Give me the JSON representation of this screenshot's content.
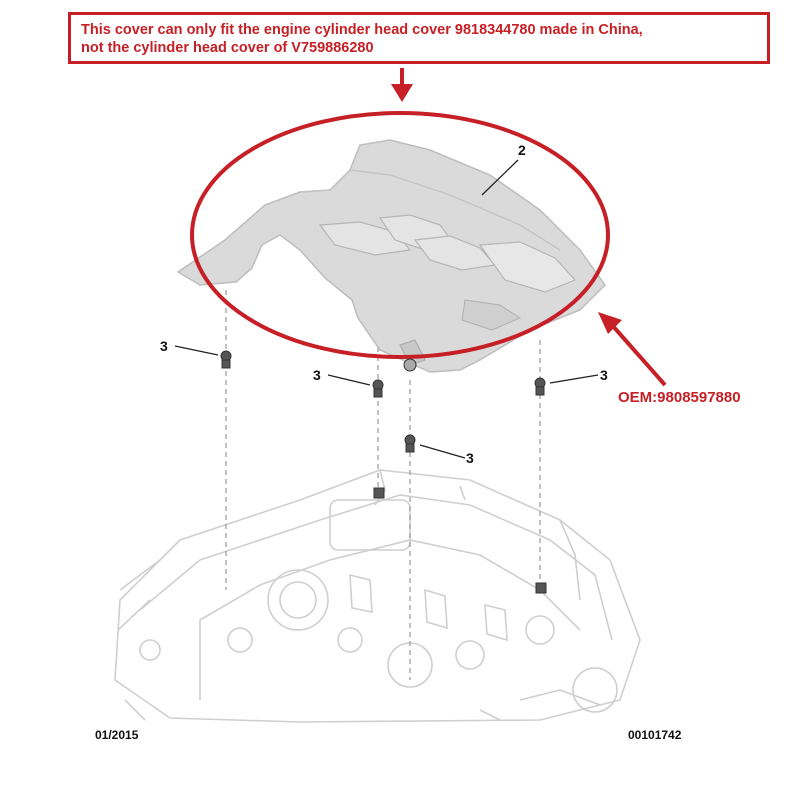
{
  "notice": {
    "line1": "This cover can only fit the engine cylinder head cover 9818344780 made in China,",
    "line2": "not the cylinder head cover of V759886280"
  },
  "oem_label": "OEM:9808597880",
  "callouts": {
    "cover": "2",
    "fastener_left": "3",
    "fastener_mid_left": "3",
    "fastener_mid": "3",
    "fastener_right": "3"
  },
  "footer": {
    "date": "01/2015",
    "ref": "00101742"
  },
  "colors": {
    "annotation_red": "#c62026",
    "line_art": "#cfcfcf",
    "cover_fill": "#d9d9d9"
  }
}
